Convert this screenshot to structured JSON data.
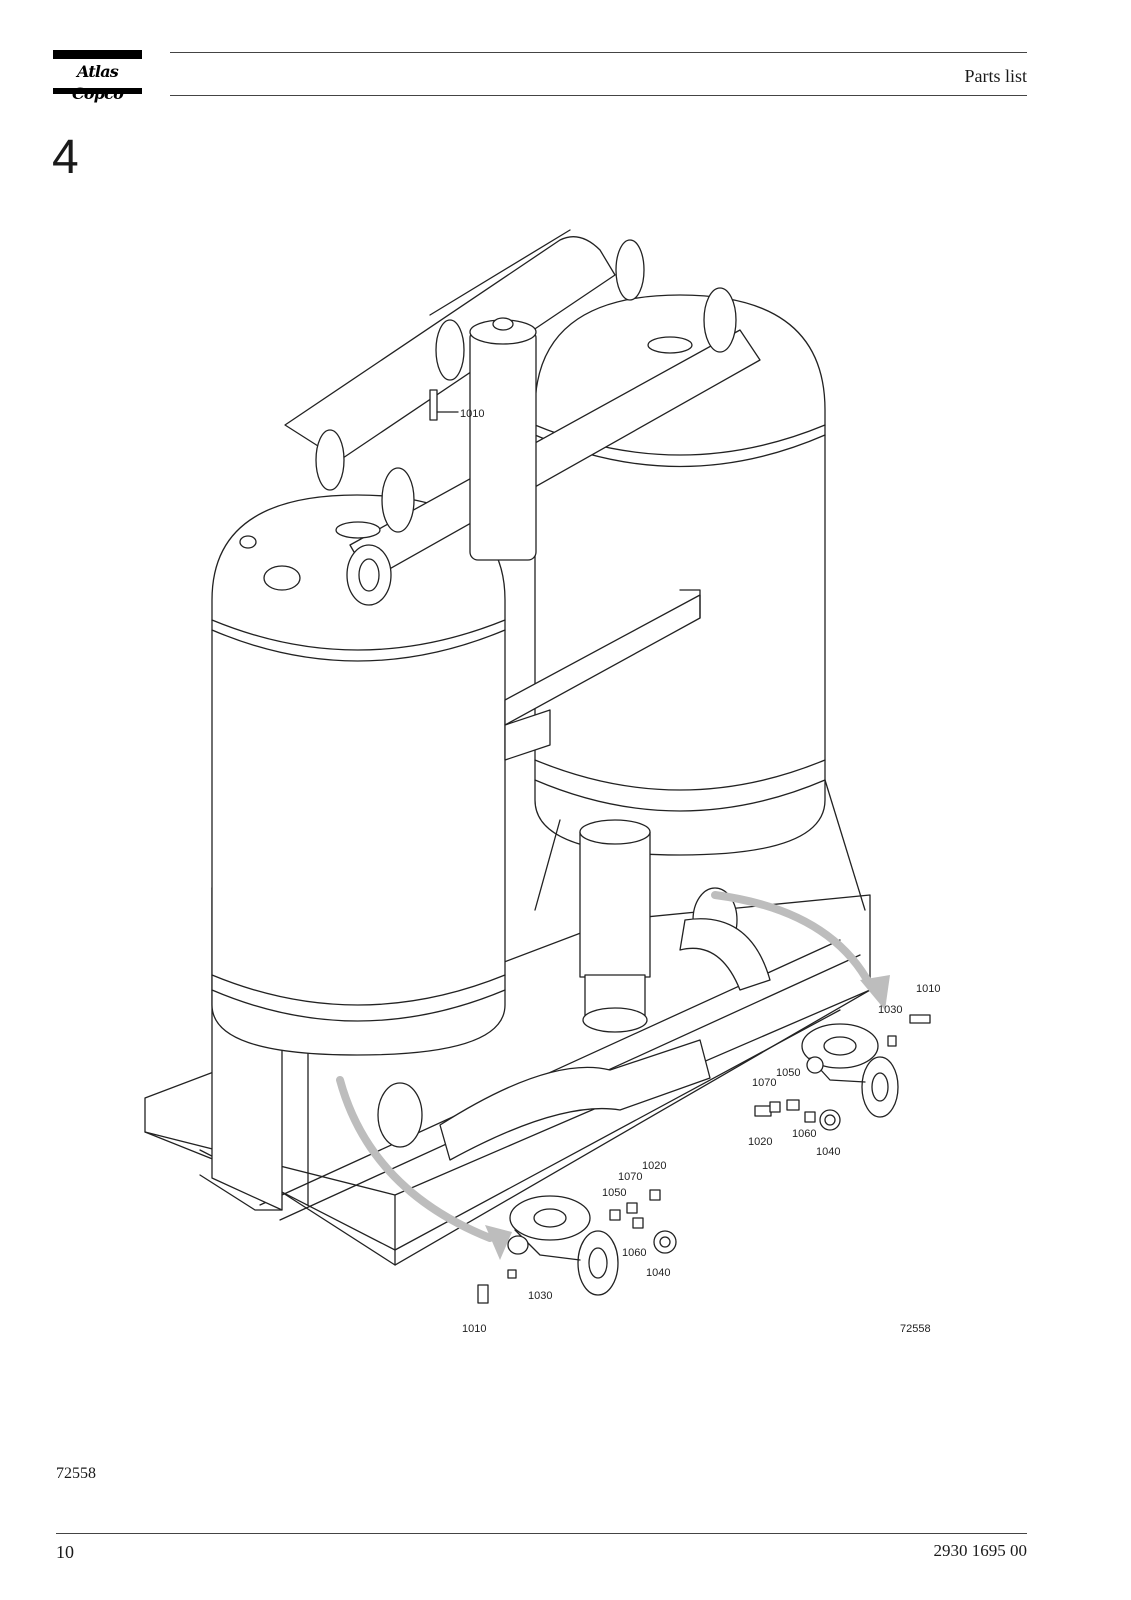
{
  "header": {
    "brand": "Atlas Copco",
    "section_title": "Parts list"
  },
  "chapter_number": "4",
  "figure": {
    "callouts": {
      "top_sensor": "1010",
      "right_1010": "1010",
      "right_1030": "1030",
      "right_1070": "1070",
      "right_1050": "1050",
      "right_1020": "1020",
      "right_1060": "1060",
      "right_1040": "1040",
      "bottom_1020": "1020",
      "bottom_1070": "1070",
      "bottom_1050": "1050",
      "bottom_1060": "1060",
      "bottom_1040": "1040",
      "bottom_1030": "1030",
      "bottom_1010": "1010"
    },
    "drawing_number": "72558"
  },
  "figure_code": "72558",
  "footer": {
    "page_number": "10",
    "document_number": "2930 1695 00"
  }
}
